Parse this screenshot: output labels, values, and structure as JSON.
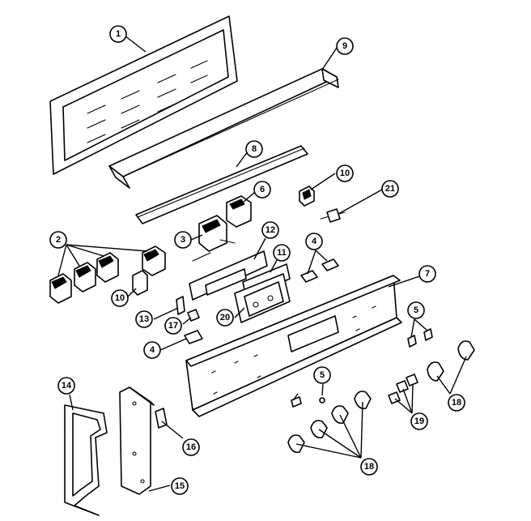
{
  "callouts": {
    "c1": "1",
    "c9": "9",
    "c8": "8",
    "c10a": "10",
    "c21": "21",
    "c6": "6",
    "c2": "2",
    "c3": "3",
    "c12": "12",
    "c4a": "4",
    "c11": "11",
    "c7": "7",
    "c10b": "10",
    "c13": "13",
    "c20": "20",
    "c5a": "5",
    "c17": "17",
    "c4b": "4",
    "c14": "14",
    "c5b": "5",
    "c18a": "18",
    "c19": "19",
    "c16": "16",
    "c18b": "18",
    "c15": "15"
  }
}
